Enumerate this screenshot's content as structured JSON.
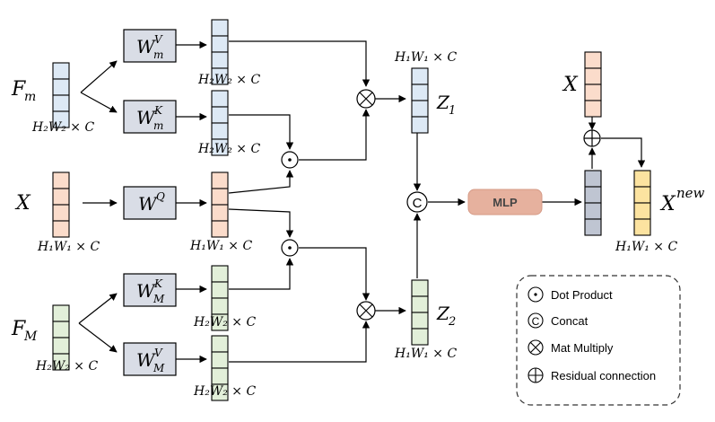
{
  "colors": {
    "blue": "#dde9f5",
    "orange": "#fbdccb",
    "green": "#e2efd9",
    "yellow": "#fce3a0",
    "gray": "#bfc5d2",
    "weight_box": "#d9dde6",
    "mlp": "#e6b19e",
    "stroke": "#000000"
  },
  "inputs": {
    "fm_label": "F",
    "fm_sub": "m",
    "fm_dim": "H₂W₂ × C",
    "x_label": "X",
    "x_dim": "H₁W₁ × C",
    "fM_label": "F",
    "fM_sub": "M",
    "fM_dim": "H₂W₂ × C"
  },
  "weights": {
    "wmv": {
      "base": "W",
      "sup": "V",
      "sub": "m"
    },
    "wmk": {
      "base": "W",
      "sup": "K",
      "sub": "m"
    },
    "wq": {
      "base": "W",
      "sup": "Q",
      "sub": ""
    },
    "wMk": {
      "base": "W",
      "sup": "K",
      "sub": "M"
    },
    "wMv": {
      "base": "W",
      "sup": "V",
      "sub": "M"
    }
  },
  "dims": {
    "v_top": "H₂W₂ × C",
    "k_top": "H₂W₂ × C",
    "q": "H₁W₁ × C",
    "k_bot": "H₂W₂ × C",
    "v_bot": "H₂W₂ × C",
    "z1": "H₁W₁ × C",
    "z2": "H₁W₁ × C",
    "out": "H₁W₁ × C"
  },
  "z": {
    "z1_base": "Z",
    "z1_sub": "1",
    "z2_base": "Z",
    "z2_sub": "2"
  },
  "ops": {
    "dot": "·",
    "concat": "C",
    "mlp": "MLP"
  },
  "output": {
    "x_label": "X",
    "xnew_base": "X",
    "xnew_sup": "new"
  },
  "legend": {
    "items": [
      {
        "symbol": "dot",
        "text": "Dot Product"
      },
      {
        "symbol": "concat",
        "text": "Concat"
      },
      {
        "symbol": "matmul",
        "text": "Mat Multiply"
      },
      {
        "symbol": "residual",
        "text": "Residual connection"
      }
    ]
  }
}
